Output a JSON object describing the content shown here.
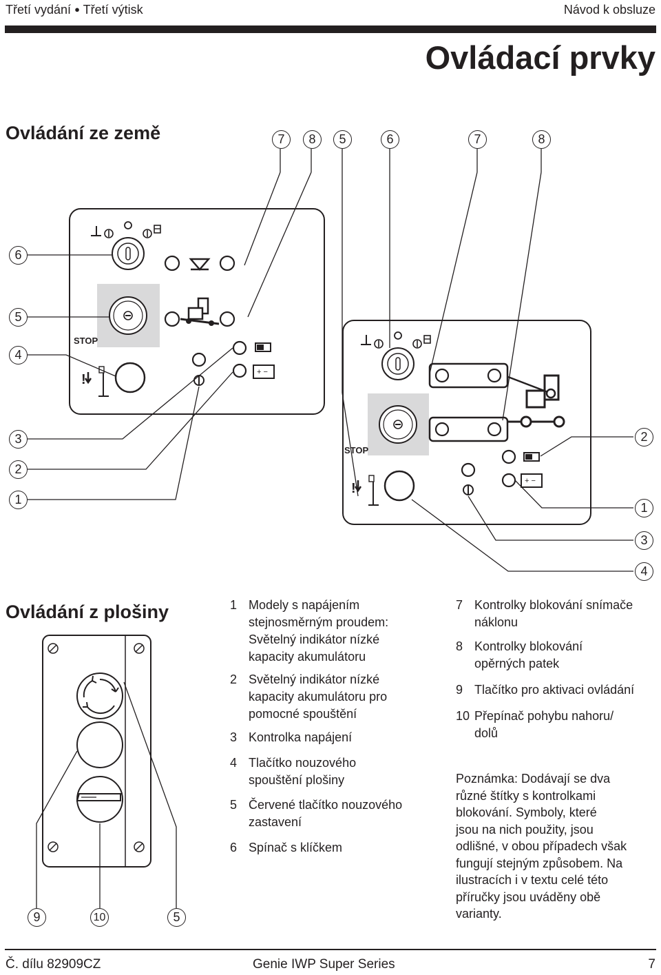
{
  "header": {
    "edition": "Třetí vydání",
    "print": "Třetí výtisk",
    "doc_type": "Návod k obsluze"
  },
  "title": "Ovládací prvky",
  "ground_section": {
    "heading": "Ovládání ze země",
    "callouts_top": [
      "7",
      "8",
      "5",
      "6",
      "7",
      "8"
    ],
    "callouts_left": [
      "6",
      "5",
      "4",
      "3",
      "2",
      "1"
    ],
    "callouts_right": [
      "2",
      "1",
      "3",
      "4"
    ],
    "stop_label": "STOP"
  },
  "platform_section": {
    "heading": "Ovládání z plošiny",
    "callouts_bottom": [
      "9",
      "10",
      "5"
    ]
  },
  "legend": [
    {
      "num": "1",
      "lines": [
        "Modely s napájením",
        "stejnosměrným proudem:",
        "Světelný indikátor nízké",
        "kapacity akumulátoru"
      ]
    },
    {
      "num": "2",
      "lines": [
        "Světelný indikátor nízké",
        "kapacity akumulátoru pro",
        "pomocné spouštění"
      ]
    },
    {
      "num": "3",
      "lines": [
        "Kontrolka napájení"
      ]
    },
    {
      "num": "4",
      "lines": [
        "Tlačítko nouzového",
        "spouštění plošiny"
      ]
    },
    {
      "num": "5",
      "lines": [
        "Červené tlačítko nouzového",
        "zastavení"
      ]
    },
    {
      "num": "6",
      "lines": [
        "Spínač s klíčkem"
      ]
    },
    {
      "num": "7",
      "lines": [
        "Kontrolky blokování snímače",
        "náklonu"
      ]
    },
    {
      "num": "8",
      "lines": [
        "Kontrolky blokování",
        "opěrných patek"
      ]
    },
    {
      "num": "9",
      "lines": [
        "Tlačítko pro aktivaci ovládání"
      ]
    },
    {
      "num": "10",
      "lines": [
        "Přepínač pohybu nahoru/",
        "dolů"
      ]
    }
  ],
  "note": [
    "Poznámka: Dodávají se dva",
    "různé štítky s kontrolkami",
    "blokování. Symboly, které",
    "jsou na nich použity, jsou",
    "odlišné, v obou případech však",
    "fungují stejným způsobem. Na",
    "ilustracích i v textu celé této",
    "příručky jsou uváděny obě",
    "varianty."
  ],
  "footer": {
    "part_no": "Č. dílu 82909CZ",
    "product": "Genie IWP Super Series",
    "page": "7"
  }
}
